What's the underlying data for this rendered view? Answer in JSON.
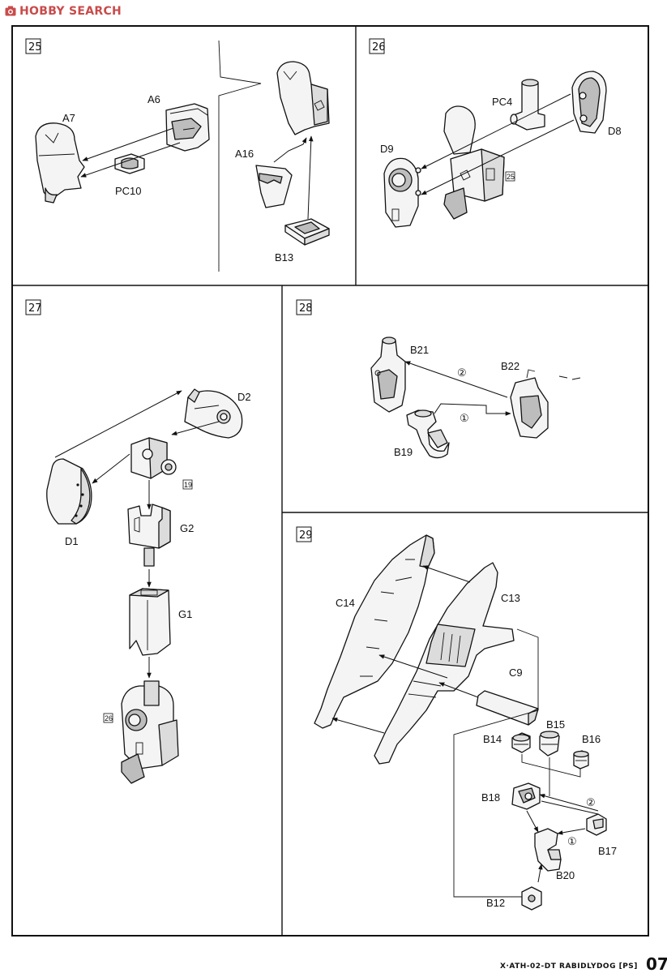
{
  "watermark": {
    "text": "HOBBY SEARCH",
    "icon": "camera-logo-icon",
    "color": "#c94b4b"
  },
  "steps": [
    {
      "num": "25",
      "parts": [
        "A6",
        "A7",
        "PC10",
        "A16",
        "B13"
      ]
    },
    {
      "num": "26",
      "parts": [
        "PC4",
        "D8",
        "D9"
      ],
      "ref": "25"
    },
    {
      "num": "27",
      "parts": [
        "D2",
        "D1",
        "G2",
        "G1"
      ],
      "refs": [
        "19",
        "26"
      ]
    },
    {
      "num": "28",
      "parts": [
        "B21",
        "B22",
        "B19"
      ],
      "order": [
        "②",
        "①"
      ]
    },
    {
      "num": "29",
      "parts": [
        "C14",
        "C13",
        "C9",
        "B15",
        "B14",
        "B16",
        "B18",
        "B17",
        "B20",
        "B12"
      ],
      "order": [
        "②",
        "①"
      ]
    }
  ],
  "footer": {
    "model": "X·ATH-02-DT RABIDLYDOG [PS]",
    "page": "07"
  }
}
